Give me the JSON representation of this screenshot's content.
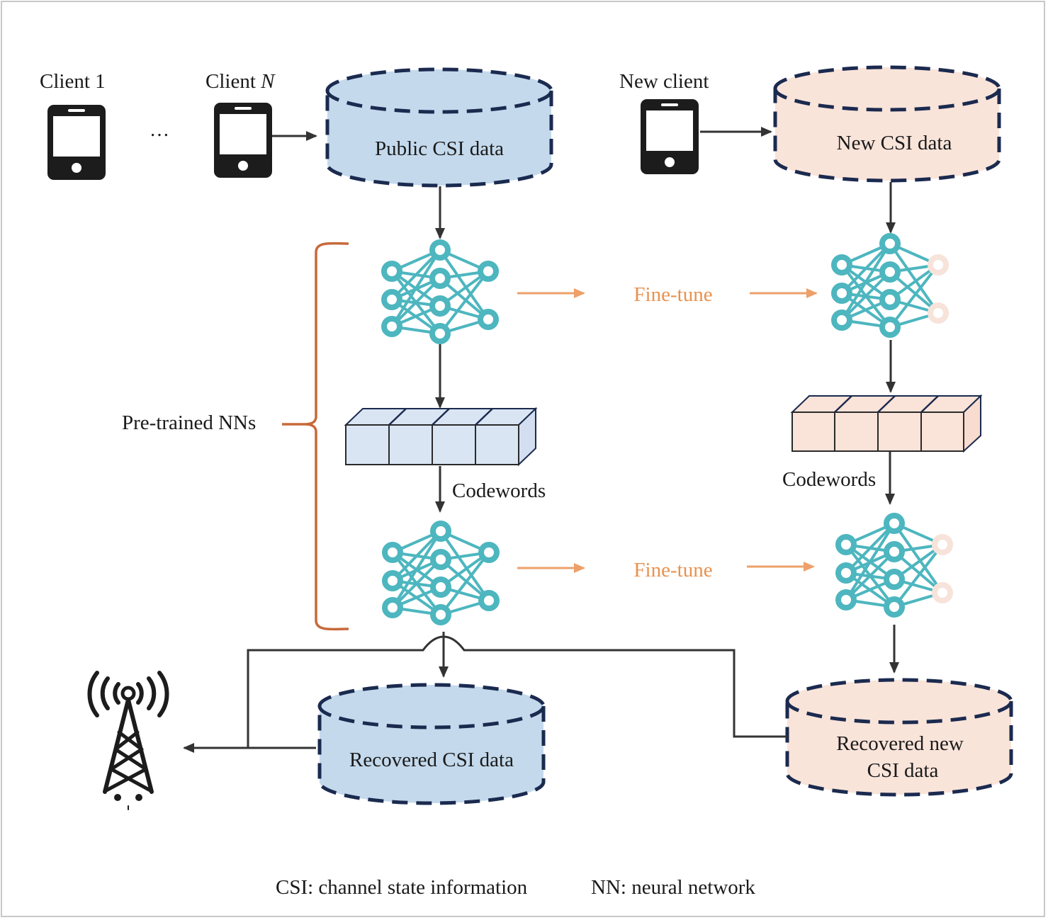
{
  "clients": {
    "client_1": "Client 1",
    "client_n_prefix": "Client ",
    "client_n_var": "N",
    "ellipsis": "…",
    "new_client": "New client"
  },
  "databases": {
    "public": "Public CSI data",
    "new": "New CSI data",
    "recovered": "Recovered CSI data",
    "recovered_new_line1": "Recovered new",
    "recovered_new_line2": "CSI data"
  },
  "labels": {
    "pretrained": "Pre-trained NNs",
    "finetune_top": "Fine-tune",
    "finetune_bottom": "Fine-tune",
    "codewords_left": "Codewords",
    "codewords_right": "Codewords"
  },
  "footer": {
    "csi_def": "CSI: channel state information",
    "nn_def": "NN: neural network"
  },
  "colors": {
    "nn_teal": "#4db6bf",
    "nn_new_node": "#f7e3da",
    "blue_fill": "#c4d9ec",
    "peach_fill": "#f9e4da",
    "dash_border": "#1b2a4f",
    "finetune_orange": "#e8924f",
    "brace_orange": "#c8693a",
    "arrow_dark": "#333333",
    "codeword_blue": "#dae5f3",
    "codeword_peach": "#fae3d8"
  }
}
